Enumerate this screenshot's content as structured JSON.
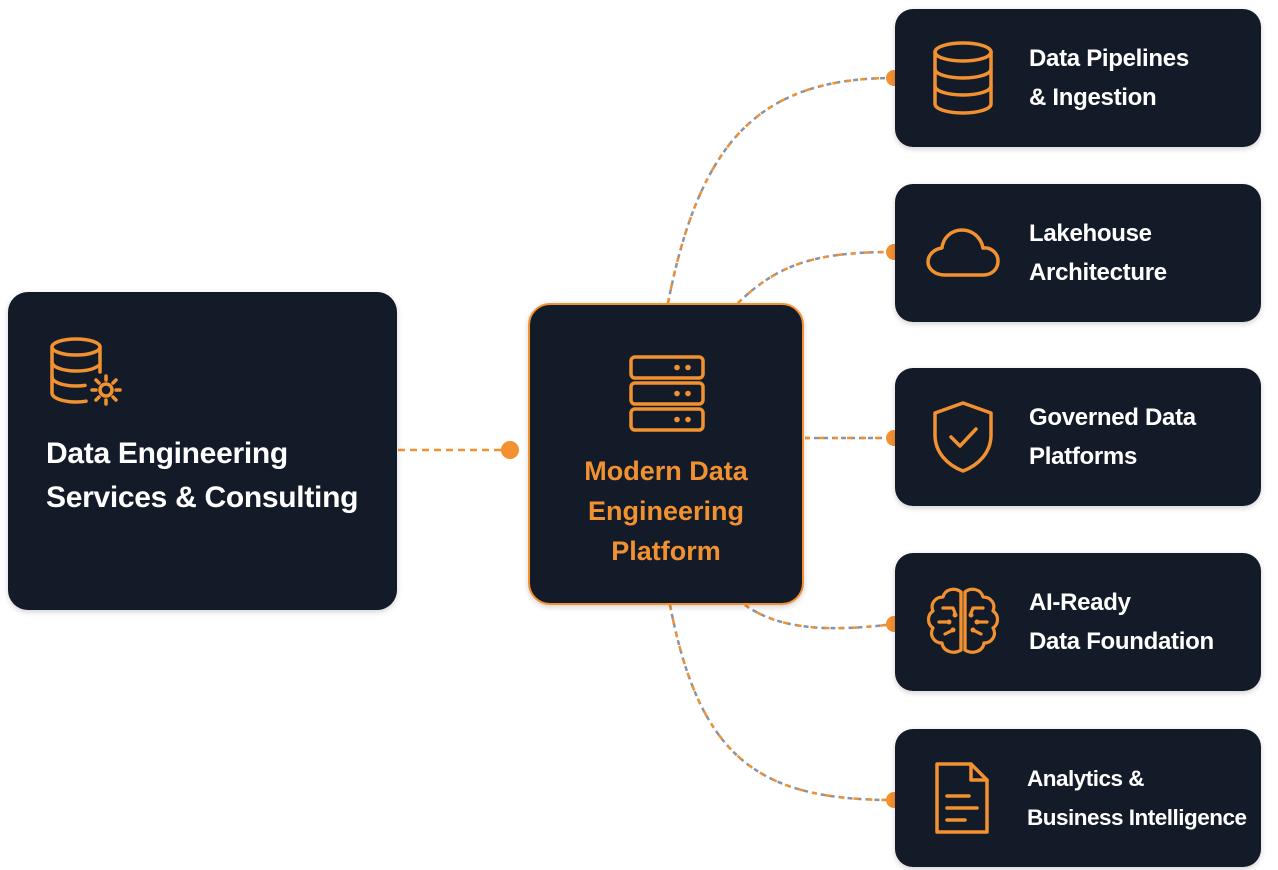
{
  "source_node": {
    "title": "Data Engineering\nServices & Consulting",
    "icon": "database-gear-icon"
  },
  "hub_node": {
    "title": "Modern Data\nEngineering\nPlatform",
    "icon": "server-stack-icon"
  },
  "capabilities": [
    {
      "label": "Data Pipelines\n& Ingestion",
      "icon": "database-icon"
    },
    {
      "label": "Lakehouse\nArchitecture",
      "icon": "cloud-icon"
    },
    {
      "label": "Governed Data\nPlatforms",
      "icon": "shield-check-icon"
    },
    {
      "label": "AI-Ready\nData Foundation",
      "icon": "brain-icon"
    },
    {
      "label": "Analytics &\nBusiness Intelligence",
      "icon": "document-icon"
    }
  ],
  "colors": {
    "accent": "#f29130",
    "card_background": "#131b29",
    "connector_dash_secondary": "#8a93a6",
    "text_primary": "#ffffff"
  }
}
